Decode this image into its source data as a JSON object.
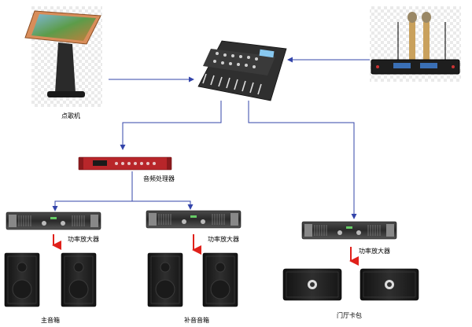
{
  "labels": {
    "jukebox": "点歌机",
    "processor": "音频处理器",
    "amp": "功率放大器",
    "main_speaker": "主音箱",
    "fill_speaker": "补音音箱",
    "lobby_speaker": "门厅卡包"
  },
  "colors": {
    "connector": "#3344aa",
    "arrow_red": "#e0201a",
    "device_dark": "#2a2a2a",
    "processor_red": "#b8262a"
  },
  "icons": {
    "jukebox": "kiosk-touchscreen-icon",
    "mixer": "audio-mixer-icon",
    "mic_receiver": "wireless-microphone-receiver-icon",
    "processor": "rack-audio-processor-icon",
    "amp": "rack-power-amplifier-icon",
    "speaker": "loudspeaker-cabinet-icon"
  }
}
